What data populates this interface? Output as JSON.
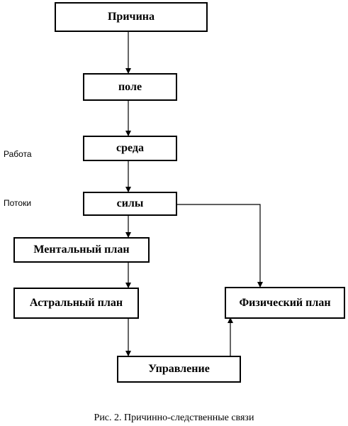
{
  "diagram": {
    "nodes": {
      "cause": "Причина",
      "field": "поле",
      "environment": "среда",
      "forces": "силы",
      "mental_plane": "Ментальный план",
      "astral_plane": "Астральный план",
      "physical_plane": "Физический план",
      "control": "Управление"
    },
    "side_labels": {
      "work": "Работа",
      "flows": "Потоки"
    },
    "caption": "Рис. 2. Причинно-следственные связи"
  }
}
